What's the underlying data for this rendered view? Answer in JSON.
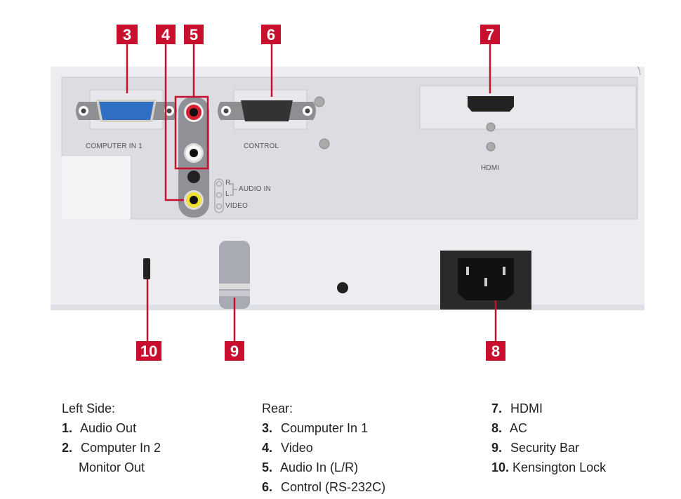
{
  "colors": {
    "accent": "#c8102e",
    "panel": "#dcdde2",
    "body": "#ededf1"
  },
  "badges": {
    "b3": "3",
    "b4": "4",
    "b5": "5",
    "b6": "6",
    "b7": "7",
    "b8": "8",
    "b9": "9",
    "b10": "10"
  },
  "panel_labels": {
    "computer_in_1": "COMPUTER IN 1",
    "control": "CONTROL",
    "hdmi": "HDMI",
    "r": "R",
    "l": "L",
    "audio_in": "AUDIO IN",
    "video": "VIDEO"
  },
  "legend": {
    "left": {
      "heading": "Left Side:",
      "items": [
        {
          "num": "1.",
          "label": "Audio Out"
        },
        {
          "num": "2.",
          "label": "Computer In 2",
          "label2": "Monitor Out"
        }
      ]
    },
    "rear": {
      "heading": "Rear:",
      "items": [
        {
          "num": "3.",
          "label": "Coumputer In 1"
        },
        {
          "num": "4.",
          "label": "Video"
        },
        {
          "num": "5.",
          "label": "Audio In (L/R)"
        },
        {
          "num": "6.",
          "label": "Control (RS-232C)"
        }
      ]
    },
    "other": {
      "items": [
        {
          "num": "7.",
          "label": "HDMI"
        },
        {
          "num": "8.",
          "label": "AC"
        },
        {
          "num": "9.",
          "label": "Security Bar"
        },
        {
          "num": "10.",
          "label": "Kensington Lock"
        }
      ]
    }
  }
}
